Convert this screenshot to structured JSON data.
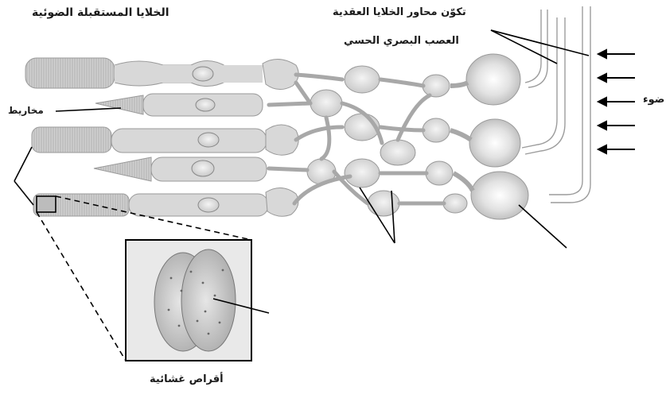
{
  "labels": {
    "photoreceptors": "الخلايا المستقبلة الضوئية",
    "ganglion_axons": "تكوّن محاور الخلايا العقدية",
    "optic_nerve": "العصب البصري الحسي",
    "cones": "مخاريط",
    "light": "ضوء",
    "membrane_discs": "أقراص غشائية"
  },
  "colors": {
    "cell_fill": "#d9d9d9",
    "cell_stroke": "#8c8c8c",
    "nucleus_fill": "#e4e4e4",
    "line": "#000000",
    "inset_bg": "#c9c9c9"
  },
  "icons": {
    "arrow": "left-arrow-icon"
  }
}
